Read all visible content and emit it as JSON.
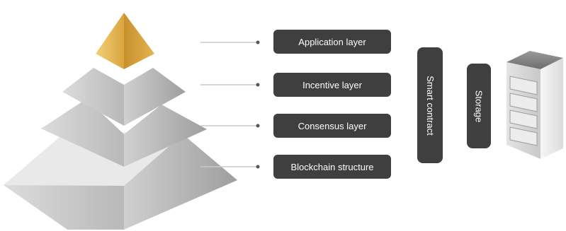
{
  "layers": [
    {
      "label": "Application layer"
    },
    {
      "label": "Incentive layer"
    },
    {
      "label": "Consensus layer"
    },
    {
      "label": "Blockchain structure"
    }
  ],
  "side_labels": {
    "smart_contract": "Smart contract",
    "storage": "Storage"
  },
  "colors": {
    "label_box": "#3f3f3f",
    "apex": "#e3b44e",
    "layer_face_light": "#cfcfcf",
    "layer_face_dark": "#a9a9a9",
    "connector": "#c9c9c9"
  },
  "icons": {
    "storage": "server-rack-icon"
  }
}
